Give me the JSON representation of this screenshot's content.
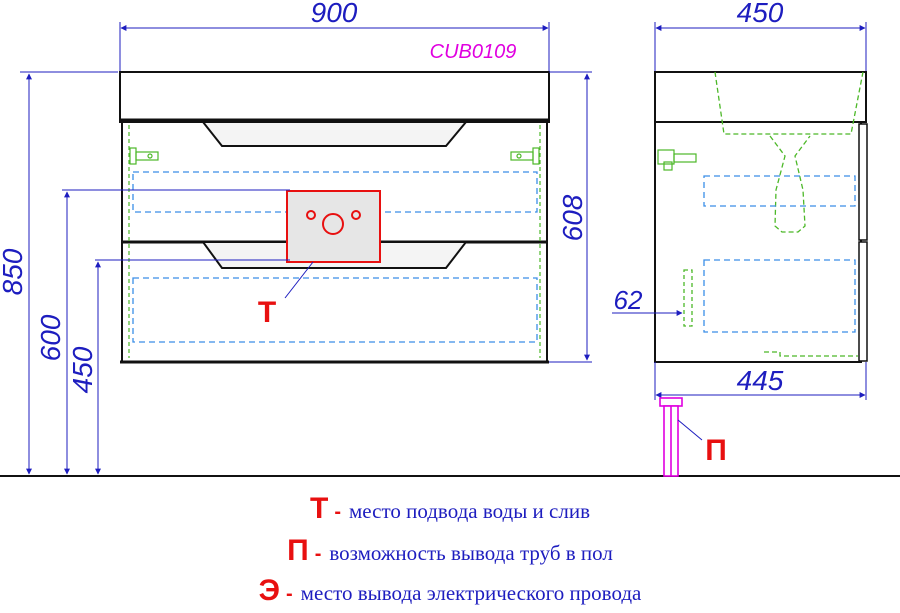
{
  "model_code": "CUB0109",
  "front_view": {
    "width_label": "900",
    "height_total_label": "850",
    "height_600_label": "600",
    "height_450_label": "450",
    "cabinet_height_label": "608"
  },
  "side_view": {
    "depth_top_label": "450",
    "depth_bottom_label": "445",
    "offset_label": "62"
  },
  "markers": {
    "water": "Т",
    "floor": "П"
  },
  "legend": [
    {
      "letter": "Т",
      "dash": "-",
      "text": "место подвода воды и слив"
    },
    {
      "letter": "П",
      "dash": "-",
      "text": "возможность вывода труб в пол"
    },
    {
      "letter": "Э",
      "dash": "-",
      "text": "место вывода электрического провода"
    }
  ],
  "colors": {
    "dimension": "#1d1dbf",
    "model": "#e000e0",
    "marker": "#e81010",
    "hidden_blue": "#3a8ee8",
    "hidden_green": "#4cb828",
    "pipe": "#e000e0"
  }
}
